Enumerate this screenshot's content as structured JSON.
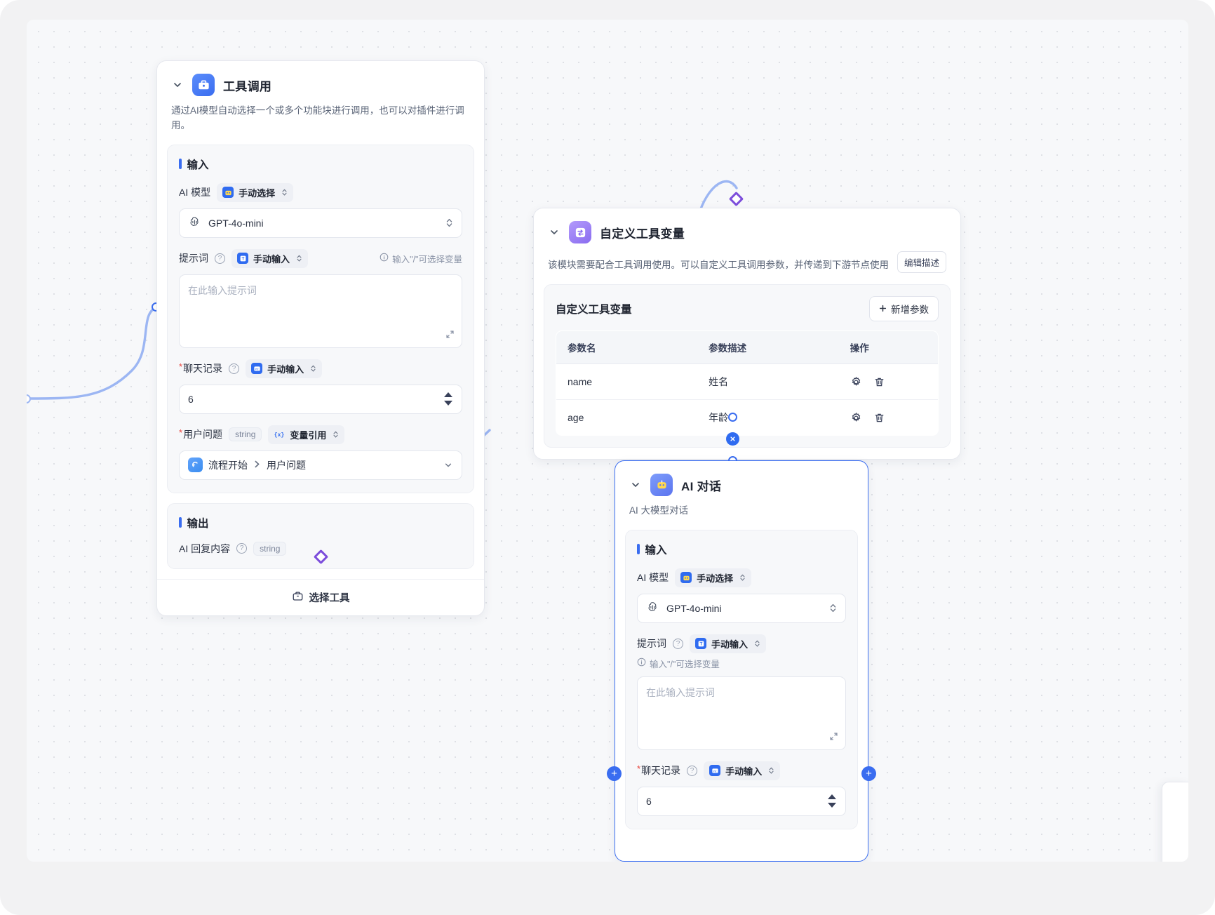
{
  "canvas": {
    "background": "#f7f8fa",
    "accent": "#3a6df0",
    "purple_accent": "#7c4ddb"
  },
  "nodes": {
    "tool_call": {
      "title": "工具调用",
      "icon": "toolbox-icon",
      "description": "通过AI模型自动选择一个或多个功能块进行调用，也可以对插件进行调用。",
      "input_section_label": "输入",
      "output_section_label": "输出",
      "fields": {
        "model": {
          "label": "AI 模型",
          "mode_label": "手动选择",
          "mode_icon": "robot-icon",
          "value": "GPT-4o-mini",
          "value_icon": "openai-icon"
        },
        "prompt": {
          "label": "提示词",
          "mode_label": "手动输入",
          "mode_icon": "text-icon",
          "hint": "输入\"/\"可选择变量",
          "placeholder": "在此输入提示词",
          "value": ""
        },
        "chat_history": {
          "label": "聊天记录",
          "required": true,
          "mode_label": "手动输入",
          "mode_icon": "number-icon",
          "value": "6"
        },
        "user_question": {
          "label": "用户问题",
          "required": true,
          "type_tag": "string",
          "mode_label": "变量引用",
          "mode_icon": "variable-icon",
          "ref_node": "流程开始",
          "ref_field": "用户问题"
        }
      },
      "outputs": [
        {
          "label": "AI 回复内容",
          "type_tag": "string"
        }
      ],
      "footer_action": {
        "label": "选择工具",
        "icon": "toolbox-outline-icon"
      }
    },
    "tool_vars": {
      "title": "自定义工具变量",
      "icon": "variable-swap-icon",
      "description": "该模块需要配合工具调用使用。可以自定义工具调用参数，并传递到下游节点使用",
      "edit_desc_label": "编辑描述",
      "panel_title": "自定义工具变量",
      "add_button_label": "新增参数",
      "table": {
        "headers": [
          "参数名",
          "参数描述",
          "操作"
        ],
        "rows": [
          {
            "name": "name",
            "desc": "姓名",
            "actions": [
              "gear-icon",
              "trash-icon"
            ]
          },
          {
            "name": "age",
            "desc": "年龄",
            "actions": [
              "gear-icon",
              "trash-icon"
            ]
          }
        ]
      }
    },
    "ai_chat": {
      "title": "AI 对话",
      "icon": "robot-face-icon",
      "description": "AI 大模型对话",
      "input_section_label": "输入",
      "fields": {
        "model": {
          "label": "AI 模型",
          "mode_label": "手动选择",
          "mode_icon": "robot-icon",
          "value": "GPT-4o-mini",
          "value_icon": "openai-icon"
        },
        "prompt": {
          "label": "提示词",
          "mode_label": "手动输入",
          "mode_icon": "text-icon",
          "hint": "输入\"/\"可选择变量",
          "placeholder": "在此输入提示词",
          "value": ""
        },
        "chat_history": {
          "label": "聊天记录",
          "required": true,
          "mode_label": "手动输入",
          "mode_icon": "number-icon",
          "value": "6"
        }
      }
    }
  }
}
